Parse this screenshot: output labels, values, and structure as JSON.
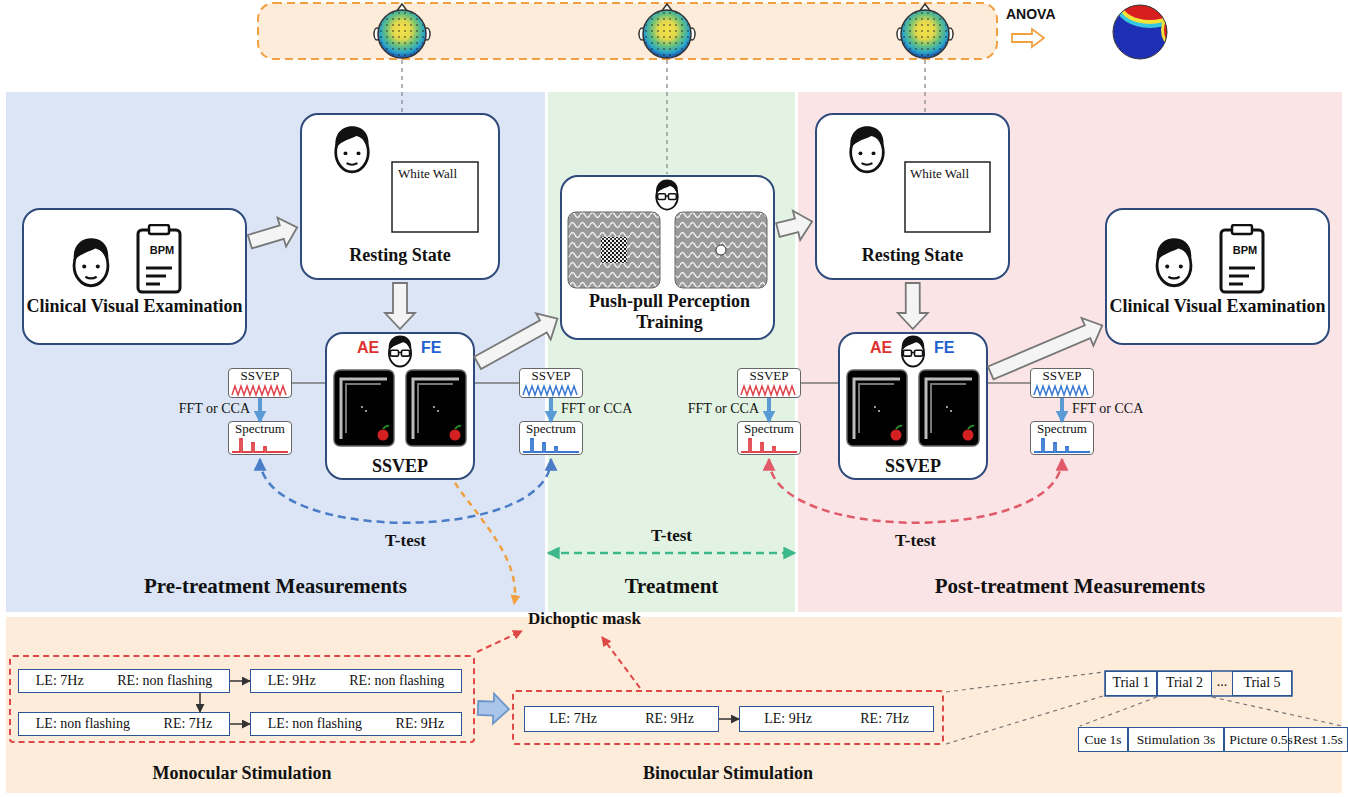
{
  "diagram": {
    "nodes": [
      {
        "text": [
          "Pre-treatment Measurements"
        ]
      },
      {
        "text": [
          "BPM",
          "Clinical Visual Examination"
        ],
        "in": 0
      },
      {
        "text": [
          "White Wall",
          "Resting State"
        ],
        "in": 0
      },
      {
        "text": [
          "AE",
          "FE",
          "SSVEP"
        ],
        "in": 0
      },
      {
        "text": [
          "SSVEP"
        ],
        "in": 0
      },
      {
        "text": [
          "Spectrum"
        ],
        "in": 0
      },
      {
        "text": [
          "SSVEP"
        ],
        "in": 0
      },
      {
        "text": [
          "Spectrum"
        ],
        "in": 0
      },
      {
        "text": [
          "Treatment"
        ]
      },
      {
        "text": [
          "Push-pull Perception Training"
        ],
        "in": 8
      },
      {
        "text": [
          "Post-treatment Measurements"
        ]
      },
      {
        "text": [
          "White Wall",
          "Resting State"
        ],
        "in": 10
      },
      {
        "text": [
          "AE",
          "FE",
          "SSVEP"
        ],
        "in": 10
      },
      {
        "text": [
          "SSVEP"
        ],
        "in": 10
      },
      {
        "text": [
          "Spectrum"
        ],
        "in": 10
      },
      {
        "text": [
          "SSVEP"
        ],
        "in": 10
      },
      {
        "text": [
          "Spectrum"
        ],
        "in": 10
      },
      {
        "text": [
          "BPM",
          "Clinical Visual Examination"
        ],
        "in": 10
      },
      {
        "text": [
          "Monocular Stimulation"
        ]
      },
      {
        "text": [
          "LE: 7Hz",
          "RE: non flashing"
        ],
        "in": 18
      },
      {
        "text": [
          "LE: 9Hz",
          "RE: non flashing"
        ],
        "in": 18
      },
      {
        "text": [
          "LE: non flashing",
          "RE: 7Hz"
        ],
        "in": 18
      },
      {
        "text": [
          "LE: non flashing",
          "RE: 9Hz"
        ],
        "in": 18
      },
      {
        "text": [
          "Binocular Stimulation"
        ]
      },
      {
        "text": [
          "LE: 7Hz",
          "RE: 9Hz"
        ],
        "in": 23
      },
      {
        "text": [
          "LE: 9Hz",
          "RE: 7Hz"
        ],
        "in": 23
      },
      {
        "text": [
          "Trial 1"
        ]
      },
      {
        "text": [
          "Trial 2"
        ]
      },
      {
        "text": [
          "Trial 5"
        ]
      },
      {
        "text": [
          "Cue 1s"
        ]
      },
      {
        "text": [
          "Stimulation 3s"
        ]
      },
      {
        "text": [
          "Picture 0.5s"
        ]
      },
      {
        "text": [
          "Rest 1.5s"
        ]
      }
    ],
    "edges": [
      {
        "from": 1,
        "to": 2,
        "arrow": "to"
      },
      {
        "from": 2,
        "to": 3,
        "arrow": "to"
      },
      {
        "from": 3,
        "to": 9,
        "arrow": "to"
      },
      {
        "from": 9,
        "to": 11,
        "arrow": "to"
      },
      {
        "from": 11,
        "to": 12,
        "arrow": "to"
      },
      {
        "from": 12,
        "to": 17,
        "arrow": "to"
      },
      {
        "from": 4,
        "to": 5,
        "label": "FFT or CCA",
        "arrow": "to"
      },
      {
        "from": 6,
        "to": 7,
        "label": "FFT or CCA",
        "arrow": "to"
      },
      {
        "from": 13,
        "to": 14,
        "label": "FFT or CCA",
        "arrow": "to"
      },
      {
        "from": 15,
        "to": 16,
        "label": "FFT or CCA",
        "arrow": "to"
      },
      {
        "from": 3,
        "to": 4,
        "arrow": "none"
      },
      {
        "from": 3,
        "to": 6,
        "arrow": "none"
      },
      {
        "from": 12,
        "to": 13,
        "arrow": "none"
      },
      {
        "from": 12,
        "to": 15,
        "arrow": "none"
      },
      {
        "from": 5,
        "to": 7,
        "label": "T-test",
        "arrow": "both"
      },
      {
        "from": 0,
        "to": 10,
        "label": "T-test",
        "arrow": "both"
      },
      {
        "from": 14,
        "to": 16,
        "label": "T-test",
        "arrow": "both"
      },
      {
        "from": 19,
        "to": 20,
        "arrow": "to"
      },
      {
        "from": 19,
        "to": 21,
        "arrow": "to"
      },
      {
        "from": 21,
        "to": 22,
        "arrow": "to"
      },
      {
        "from": 18,
        "to": 23,
        "arrow": "to"
      },
      {
        "from": 24,
        "to": 25,
        "arrow": "to"
      }
    ],
    "labels": [
      "ANOVA",
      "Dichoptic mask",
      "..."
    ]
  }
}
